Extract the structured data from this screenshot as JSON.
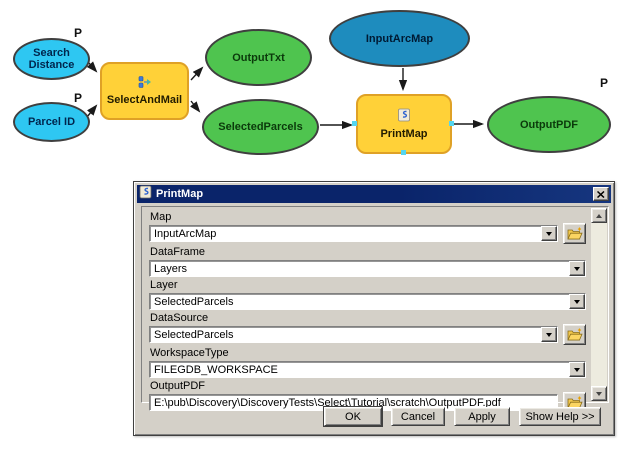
{
  "model_diagram": {
    "parameter_marker": "P",
    "nodes": {
      "search_distance": {
        "label": "Search Distance",
        "marker": "P"
      },
      "parcel_id": {
        "label": "Parcel ID",
        "marker": "P"
      },
      "select_and_mail": {
        "label": "SelectAndMail"
      },
      "output_txt": {
        "label": "OutputTxt"
      },
      "selected_parcels": {
        "label": "SelectedParcels"
      },
      "input_arcmap": {
        "label": "InputArcMap"
      },
      "print_map": {
        "label": "PrintMap"
      },
      "output_pdf": {
        "label": "OutputPDF",
        "marker": "P"
      }
    },
    "colors": {
      "input_parameter_fill": "#2EC7F2",
      "project_data_fill": "#1E8CBE",
      "derived_data_fill": "#4FC44F",
      "tool_fill": "#FFD138",
      "tool_border": "#DFA126"
    }
  },
  "dialog": {
    "title": "PrintMap",
    "titlebar_color": "#0A246A",
    "face_color": "#D4D0C8",
    "fields": [
      {
        "label": "Map",
        "value": "InputArcMap",
        "control": "combo",
        "browse": true
      },
      {
        "label": "DataFrame",
        "value": "Layers",
        "control": "combo",
        "browse": false
      },
      {
        "label": "Layer",
        "value": "SelectedParcels",
        "control": "combo",
        "browse": false
      },
      {
        "label": "DataSource",
        "value": "SelectedParcels",
        "control": "combo",
        "browse": true
      },
      {
        "label": "WorkspaceType",
        "value": "FILEGDB_WORKSPACE",
        "control": "combo",
        "browse": false
      },
      {
        "label": "OutputPDF",
        "value": "E:\\pub\\Discovery\\DiscoveryTests\\Select\\Tutorial\\scratch\\OutputPDF.pdf",
        "control": "text",
        "browse": true
      }
    ],
    "buttons": [
      "OK",
      "Cancel",
      "Apply",
      "Show Help >>"
    ],
    "icons": {
      "titlebar": "script-scroll",
      "close": "x",
      "dropdown": "triangle-down",
      "browse": "open-folder-plus",
      "scroll_up": "triangle-up",
      "scroll_down": "triangle-down"
    }
  }
}
